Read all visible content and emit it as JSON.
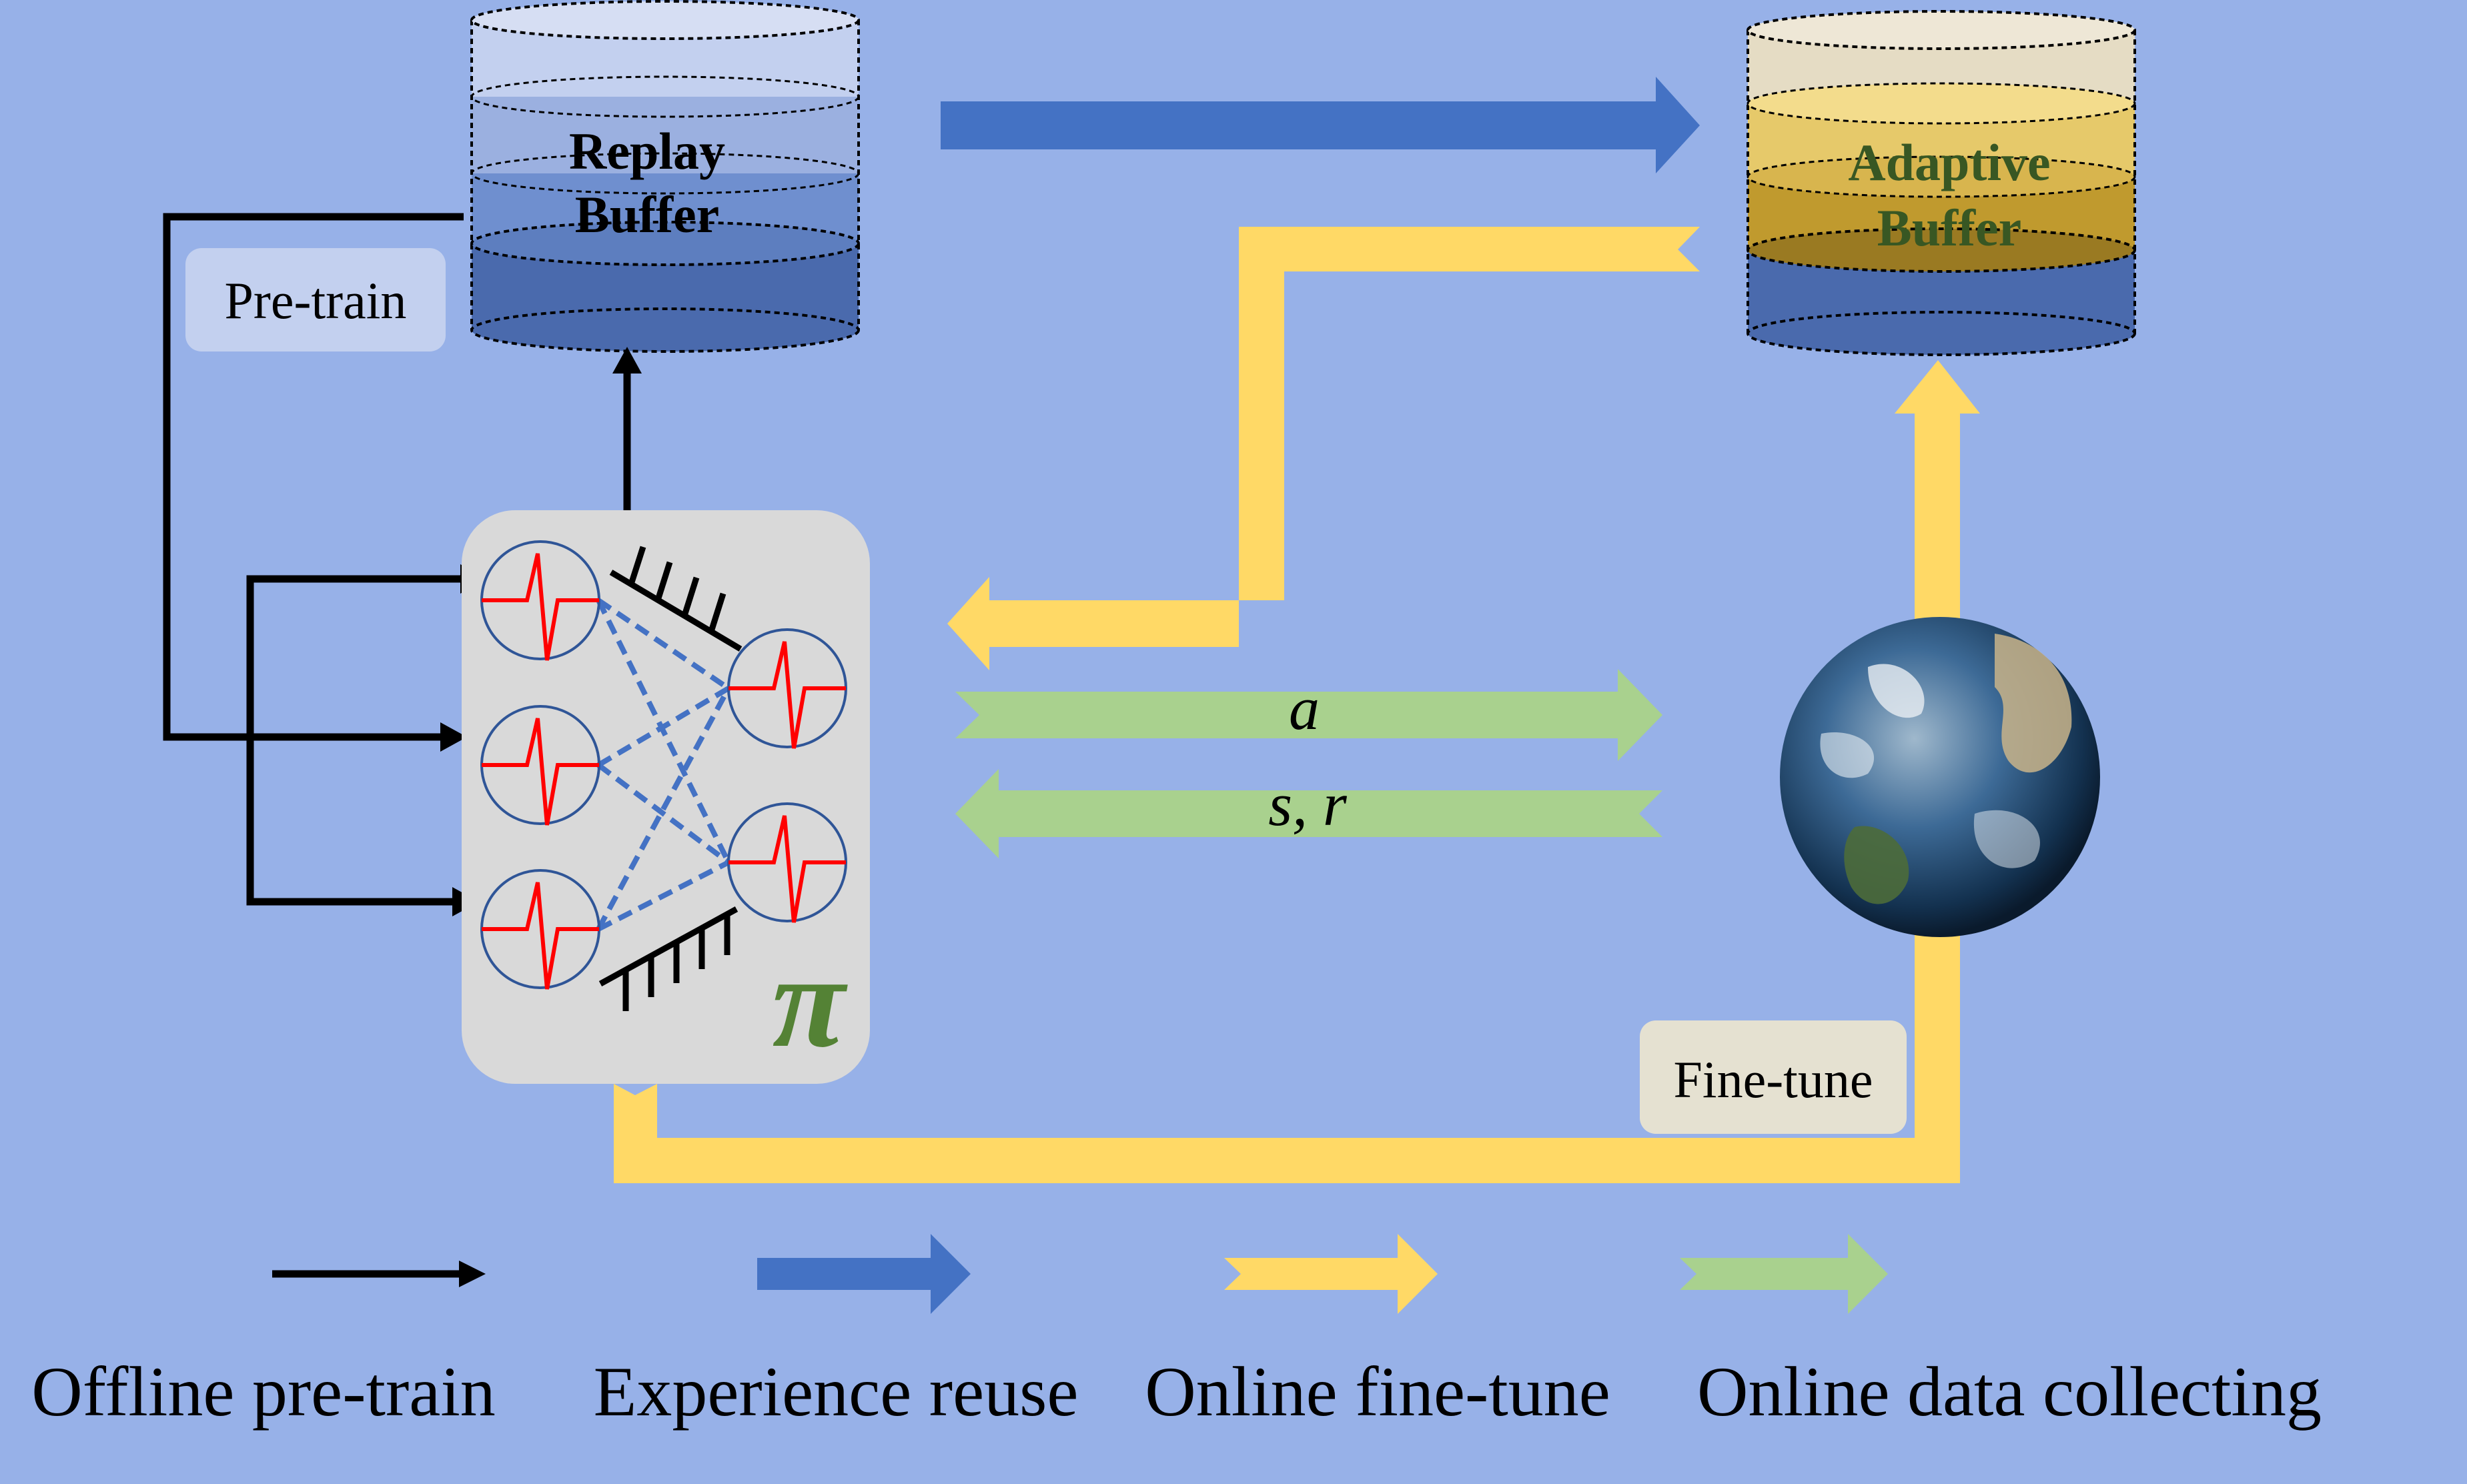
{
  "replay_buffer": {
    "line1": "Replay",
    "line2": "Buffer"
  },
  "adaptive_buffer": {
    "line1": "Adaptive",
    "line2": "Buffer"
  },
  "labels": {
    "pretrain": "Pre-train",
    "finetune": "Fine-tune",
    "action": "a",
    "state_reward": "s, r",
    "policy": "π"
  },
  "legend": [
    {
      "label": "Offline pre-train",
      "color": "#000000"
    },
    {
      "label": "Experience reuse",
      "color": "#4472c4"
    },
    {
      "label": "Online fine-tune",
      "color": "#ffd966"
    },
    {
      "label": "Online data collecting",
      "color": "#a9d18e"
    }
  ],
  "colors": {
    "background": "#97b1e8",
    "black_arrow": "#000000",
    "blue_arrow": "#4472c4",
    "yellow_arrow": "#ffd966",
    "green_arrow": "#a9d18e",
    "policy_box": "#d9d9d9",
    "policy_symbol": "#548235",
    "adaptive_text": "#385723"
  }
}
